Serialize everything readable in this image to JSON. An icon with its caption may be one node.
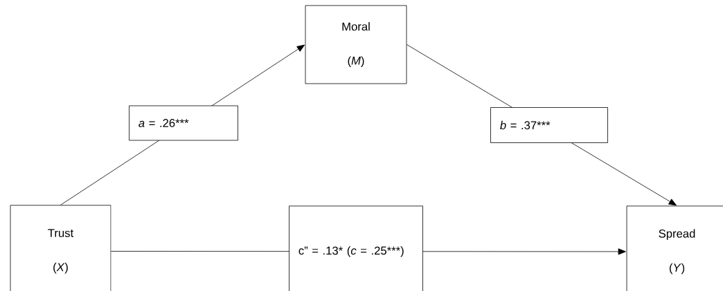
{
  "diagram": {
    "nodes": [
      {
        "text": [
          "Trust",
          "(*X*)"
        ]
      },
      {
        "text": [
          "Moral",
          "(*M*)"
        ]
      },
      {
        "text": [
          "Spread",
          "(*Y*)"
        ]
      }
    ],
    "edges": [
      {
        "from": 0,
        "to": 1,
        "arrow": "to",
        "label": "*a* = .26***"
      },
      {
        "from": 1,
        "to": 2,
        "arrow": "to",
        "label": "*b* = .37***"
      },
      {
        "from": 0,
        "to": 2,
        "arrow": "to",
        "label": "c” = .13* (*c* = .25***)"
      }
    ]
  }
}
